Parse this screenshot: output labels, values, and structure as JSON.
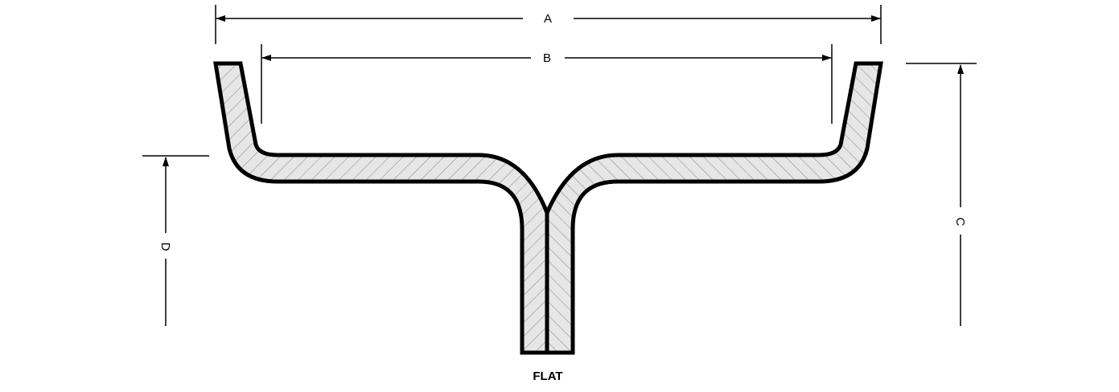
{
  "diagram": {
    "labels": {
      "a": "A",
      "b": "B",
      "c": "C",
      "d": "D",
      "flat": "FLAT"
    },
    "colors": {
      "outline": "#000000",
      "fill": "#e6e6e6",
      "hatch": "#8c8c8c",
      "background": "#ffffff"
    }
  }
}
